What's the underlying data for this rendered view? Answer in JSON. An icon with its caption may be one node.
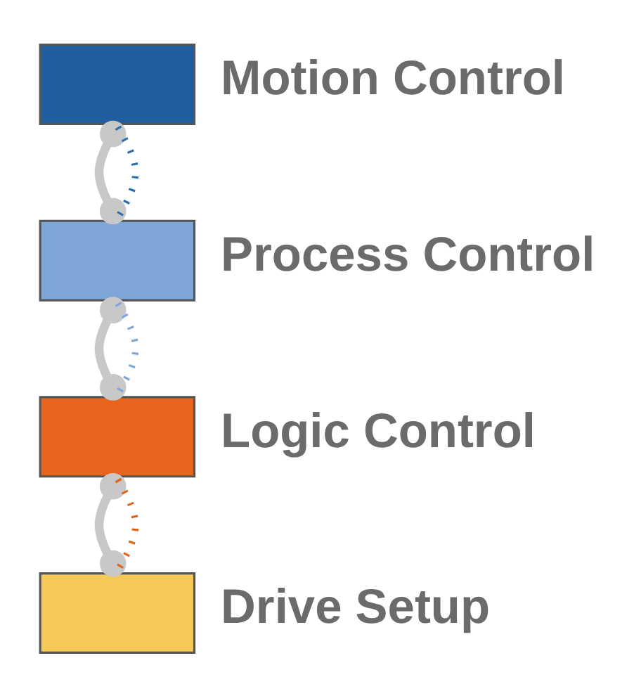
{
  "diagram": {
    "nodes": [
      {
        "text": [],
        "shape": "box",
        "beside": [
          "Motion Control"
        ]
      },
      {
        "text": [],
        "shape": "box",
        "beside": [
          "Process Control"
        ]
      },
      {
        "text": [],
        "shape": "box",
        "beside": [
          "Logic Control"
        ]
      },
      {
        "text": [],
        "shape": "box",
        "beside": [
          "Drive Setup"
        ]
      }
    ],
    "edges": [
      {
        "from": 0,
        "to": 1,
        "arrow": "other",
        "color": "#c8c8c8"
      },
      {
        "from": 1,
        "to": 2,
        "arrow": "other",
        "color": "#c8c8c8"
      },
      {
        "from": 2,
        "to": 3,
        "arrow": "other",
        "color": "#c8c8c8"
      },
      {
        "from": 0,
        "to": 1,
        "arrow": "none",
        "style": "dashed",
        "color": "#2a6fb0"
      },
      {
        "from": 1,
        "to": 2,
        "arrow": "none",
        "style": "dashed",
        "color": "#7fa6d8"
      },
      {
        "from": 2,
        "to": 3,
        "arrow": "none",
        "style": "dashed",
        "color": "#e0641c"
      }
    ]
  }
}
